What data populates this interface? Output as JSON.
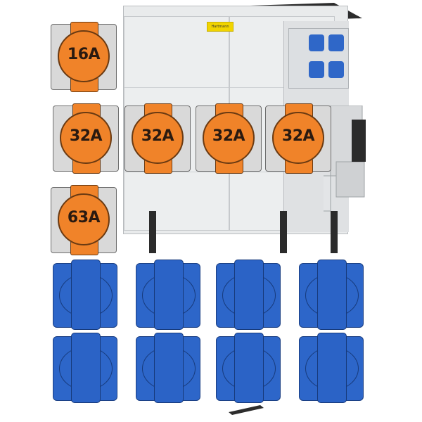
{
  "product": {
    "cabinet_sticker": "Hartmann",
    "colors": {
      "orange": "#f08329",
      "blue": "#2d66c9",
      "cabinet": "#e9ebec"
    }
  },
  "cee_sockets": [
    {
      "rating": "16A",
      "icon": "cee-socket-orange-icon"
    },
    {
      "rating": "32A",
      "icon": "cee-socket-orange-icon"
    },
    {
      "rating": "32A",
      "icon": "cee-socket-orange-icon"
    },
    {
      "rating": "32A",
      "icon": "cee-socket-orange-icon"
    },
    {
      "rating": "32A",
      "icon": "cee-socket-orange-icon"
    },
    {
      "rating": "63A",
      "icon": "cee-socket-orange-icon"
    }
  ],
  "schuko_sockets": {
    "icon": "schuko-socket-blue-icon",
    "count": 8
  }
}
